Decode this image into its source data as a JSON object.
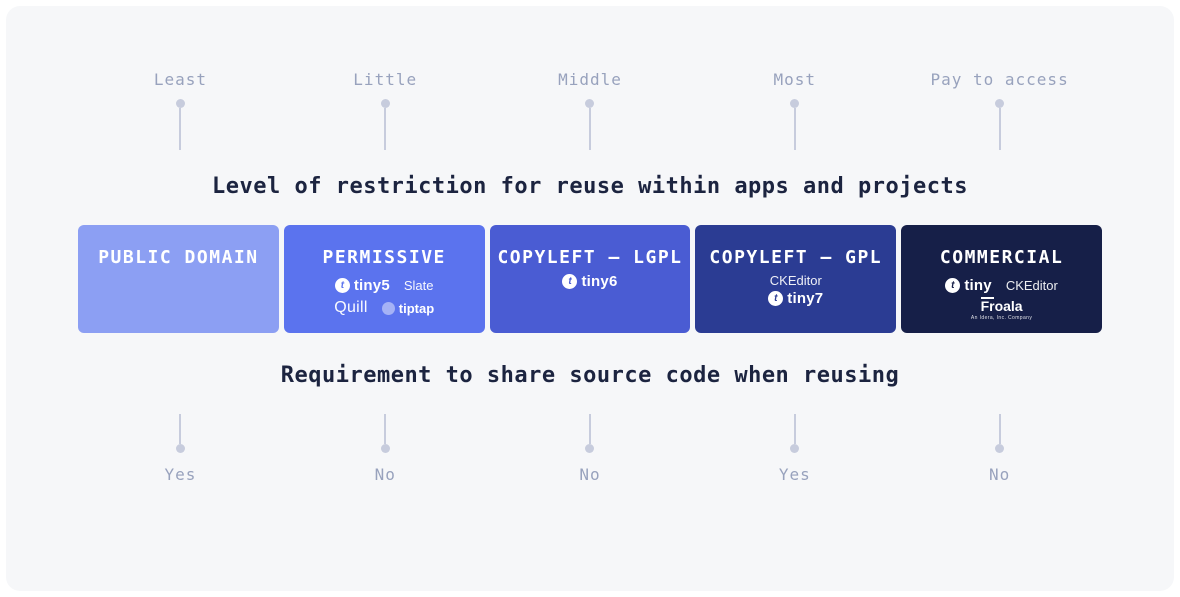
{
  "page": {
    "background": "#ffffff",
    "panel_background": "#f6f7f9",
    "pin_color": "#c7ccdd",
    "muted_label_color": "#98a2bd",
    "heading_color": "#1c2440"
  },
  "top_axis": {
    "heading": "Level of restriction for reuse within apps and projects",
    "labels": [
      "Least",
      "Little",
      "Middle",
      "Most",
      "Pay to access"
    ]
  },
  "bottom_axis": {
    "heading": "Requirement to share source code when reusing",
    "labels": [
      "Yes",
      "No",
      "No",
      "Yes",
      "No"
    ]
  },
  "cards": [
    {
      "title": "PUBLIC DOMAIN",
      "bg": "#8c9ff3"
    },
    {
      "title": "PERMISSIVE",
      "bg": "#5b73ee",
      "logos": {
        "tiny": "tiny5",
        "slate": "Slate",
        "quill": "Quill",
        "tiptap": "tiptap"
      }
    },
    {
      "title": "COPYLEFT — LGPL",
      "bg": "#4a5cd3",
      "logos": {
        "tiny": "tiny6"
      }
    },
    {
      "title": "COPYLEFT — GPL",
      "bg": "#2b3c93",
      "logos": {
        "ckeditor": "CKEditor",
        "tiny": "tiny7"
      }
    },
    {
      "title": "COMMERCIAL",
      "bg": "#161f48",
      "logos": {
        "tiny": "tiny",
        "ckeditor": "CKEditor",
        "froala": "Froala",
        "froala_sub": "An Idera, Inc. Company"
      }
    }
  ],
  "icons": {
    "tiny_glyph": "t"
  }
}
